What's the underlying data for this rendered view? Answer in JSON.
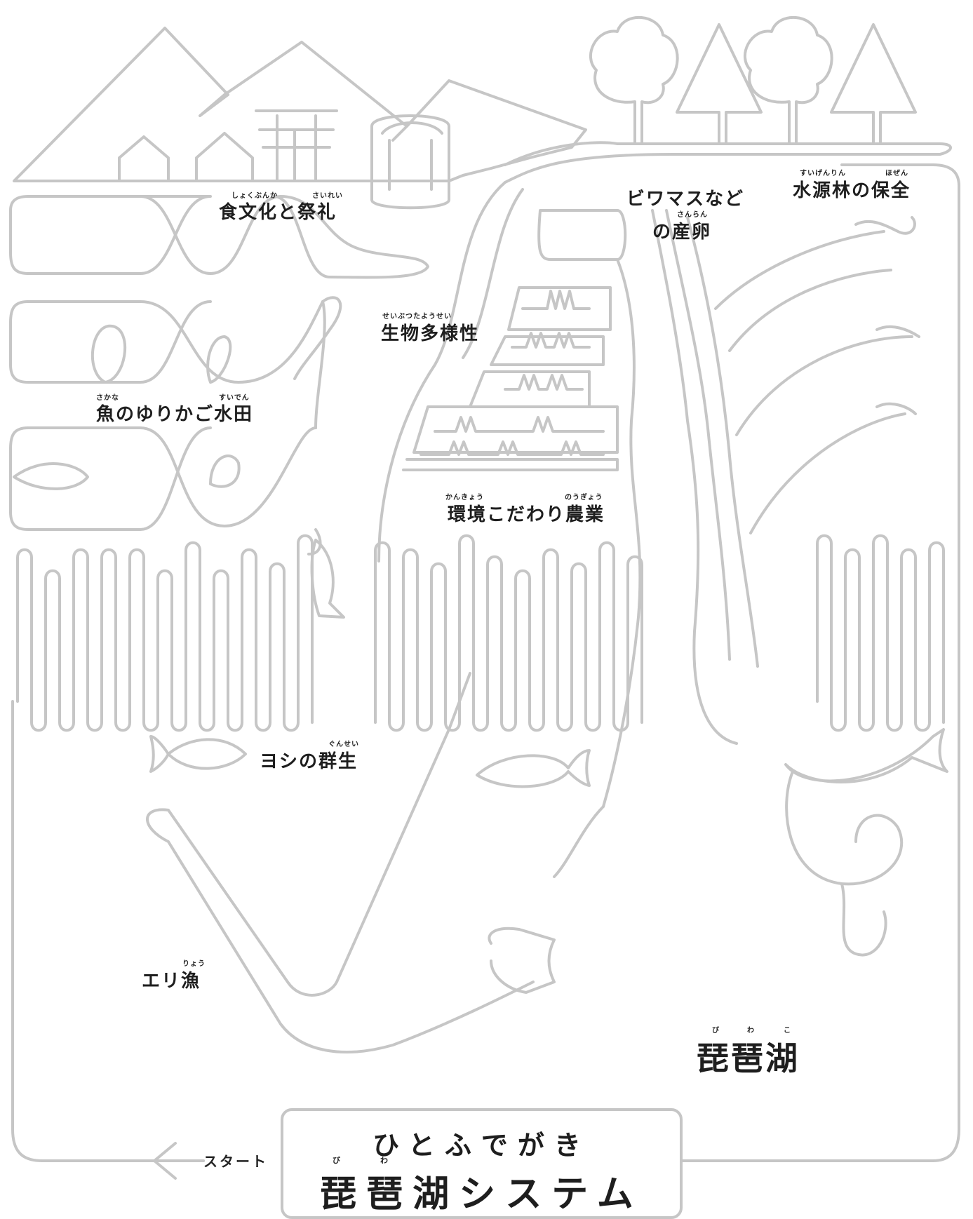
{
  "labels": {
    "food_culture": "食文化と祭礼",
    "food_culture_ruby1": "しょくぶんか",
    "food_culture_ruby2": "さいれい",
    "biodiversity": "生物多様性",
    "biodiversity_ruby": "せいぶつたようせい",
    "fish_cradle": "魚のゆりかご水田",
    "fish_cradle_ruby1": "さかな",
    "fish_cradle_ruby2": "すいでん",
    "eco_agri": "環境こだわり農業",
    "eco_agri_ruby1": "かんきょう",
    "eco_agri_ruby2": "のうぎょう",
    "biwamasu": "ビワマスなど",
    "spawning": "の産卵",
    "spawning_ruby": "さんらん",
    "forest": "水源林の保全",
    "forest_ruby1": "すいげんりん",
    "forest_ruby2": "ほぜん",
    "reeds": "ヨシの群生",
    "reeds_ruby": "ぐんせい",
    "eri": "エリ漁",
    "eri_ruby": "りょう",
    "lake": "琵琶湖",
    "lake_ruby_bi": "び",
    "lake_ruby_wa": "わ",
    "lake_ruby_ko": "こ"
  },
  "title": {
    "sub": "ひとふでがき",
    "main": "琵琶湖システム",
    "ruby_bi": "び",
    "ruby_wa": "わ"
  },
  "start_label": "スタート",
  "colors": {
    "line": "#c6c6c6",
    "text": "#1e1e1e"
  }
}
